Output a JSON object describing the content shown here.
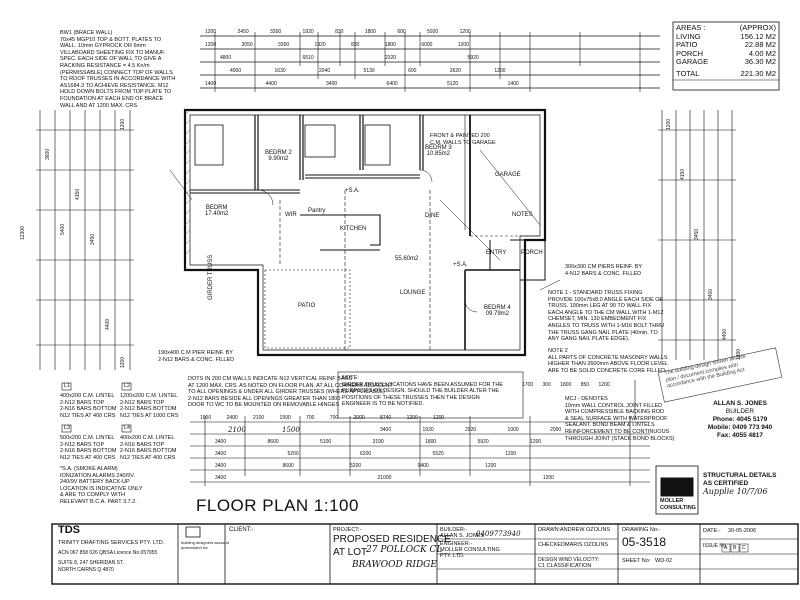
{
  "bw1_note": "BW1 (BRACE WALL)\n70x45 MGP10 TOP & BOTT. PLATES TO\nWALL. 10mm GYPROCK OR 6mm\nVILLABOARD SHEETING FIX TO MANUF.\nSPEC. EACH SIDE OF WALL TO GIVE A\nRACKING RESISTANCE = 4.5 Kn/m\n(PERMISSABLE) CONNECT TOP OF WALLS\nTO ROOF TRUSSES IN ACCORDANCE WITH\nAS1684.3 TO ACHIEVE RESISTANCE. M12\nHOLD DOWN BOLTS FROM TOP PLATE TO\nFOUNDATION AT EACH END OF BRACE\nWALL AND AT 1200 MAX. CRS.",
  "areas": {
    "header_left": "AREAS :",
    "header_right": "(APPROX)",
    "rows": [
      {
        "label": "LIVING",
        "value": "156.12 M2"
      },
      {
        "label": "PATIO",
        "value": "22.88 M2"
      },
      {
        "label": "PORCH",
        "value": "4.00 M2"
      },
      {
        "label": "GARAGE",
        "value": "36.30 M2"
      },
      {
        "label": "TOTAL",
        "value": "221.30 M2"
      }
    ]
  },
  "top_dims": {
    "row1": [
      "1200",
      "2450",
      "3300",
      "1920",
      "830",
      "1800",
      "600",
      "5920",
      "1200"
    ],
    "row2": [
      "1200",
      "3050",
      "3300",
      "1920",
      "830",
      "1800",
      "6000",
      "1200"
    ],
    "row3": [
      "4800",
      "6510",
      "2320",
      "5920"
    ],
    "row4": [
      "4000",
      "1630",
      "2040",
      "5130",
      "600",
      "3620",
      "1200"
    ],
    "row5": [
      "1400",
      "4400",
      "3400",
      "6400",
      "5120",
      "1400"
    ]
  },
  "plan": {
    "rooms": {
      "bedrm2": "BEDRM 2",
      "bedrm2_area": "9.90m2",
      "bedrm3": "BEDRM 3",
      "bedrm3_area": "10.85m2",
      "bedrm": "BEDRM",
      "bedrm_area": "17.40m2",
      "garage": "GARAGE",
      "kitchen": "KITCHEN",
      "dine": "DINE",
      "lounge": "LOUNGE",
      "lounge_area": "55.60m2",
      "patio": "PATIO",
      "entry": "ENTRY",
      "porch": "PORCH",
      "bedrm4": "BEDRM 4",
      "bedrm4_area": "09.79m2",
      "notes_ref": "NOTES",
      "wir": "WIR",
      "pantry": "Pantry"
    },
    "painted_walls": "FRONT & PAINTED 200\nC.M. WALLS TO GARAGE",
    "pier_note": "190x400 C.M PIER REINF. BY\n2-N12 BARS & CONC. FILLED",
    "pier_note2": "300x300 CM PIERS REINF. BY\n4-N12 BARS & CONC. FILLED",
    "sa_label": "+S.A.",
    "girder": "GIRDER TRUSS"
  },
  "notes_right": {
    "note1": "NOTE 1 - STANDARD TRUSS FIXING\nPROVIDE 100x75x8.0 ANGLE EACH SIDE OF\nTRUSS. 100mm LEG AT 90 TO WALL FIX\nEACH ANGLE TO THE CM WALL WITH 1-M12\nCHEMSET, MIN. 130 EMBEDMENT FIX\nANGLES TO TRUSS WITH 1-M16 BOLT THRU\nTHE TRUSS GANG NAIL PLATE (40min. TO\nANY GANG NAIL PLATE EDGE).",
    "note2": "NOTE 2\nALL PARTS OF CONCRETE MASONRY WALLS\nHIGHER THAN 2600mm ABOVE FLOOR LEVEL\nARE TO BE SOLID CONCRETE CORE FILLED",
    "mcj": "MCJ - DENOTES\n10mm WALL CONTROL JOINT FILLED\nWITH COMPRESSIBLE BACKING ROD\n& SEAL SURFACE WITH WATERPROOF\nSEALANT. BOND BEAM & LINTELS\nREINFORCEMENT TO BE CONTINUOUS\nTHROUGH JOINT (STACK BOND BLOCKS)"
  },
  "builder_block": {
    "name": "ALLAN S. JONES",
    "role": "BUILDER",
    "phone": "Phone: 4045 5179",
    "mobile": "Mobile: 0409 773 940",
    "fax": "Fax: 4055 4817"
  },
  "stamp_text": "The building design shown on this\nplan / document complies with\naccordance with the Building Act",
  "lintels": [
    {
      "id": "L1",
      "text": "400x200 C.M. LINTEL\n2-N12 BARS TOP\n2-N16 BARS BOTTOM\nN12 TIES AT 400 CRS"
    },
    {
      "id": "L2",
      "text": "1200x200 C.M. LINTEL\n2-N12 BARS TOP\n2-N12 BARS BOTTOM\nN12 TIES AT 1000 CRS"
    },
    {
      "id": "L3",
      "text": "500x200 C.M. LINTEL\n2-N12 BARS TOP\n2-N16 BARS BOTTOM\nN12 TIES AT 400 CRS"
    },
    {
      "id": "L4",
      "text": "400x200 C.M. LINTEL\n2-N16 BARS TOP\n2-N16 BARS BOTTOM\nN12 TIES AT 400 CRS"
    }
  ],
  "dots_note": "DOTS IN 200 CM WALLS INDICATE N12 VERTICAL REINF BARS\nAT 1200 MAX. CRS. AS NOTED ON FLOOR PLAN. AT ALL CORNERS ADJACENT\nTO ALL OPENINGS & UNDER ALL GIRDER TRUSSES (WHERE APPLICABLE)\n2-N12 BARS BESIDE ALL OPENINGS GREATER THAN 1800\nDOOR TO WC TO BE MOUNTED ON REMOVABLE HINGES",
  "girder_note": "NOTE:\nGIRDER TRUSS LOCATIONS HAVE BEEN ASSUMED FOR THE\nPURPOSES OF DESIGN. SHOULD THE BUILDER ALTER THE\nPOSITIONS OF THESE TRUSSES THEN THE DESIGN\nENGINEER IS TO BE NOTIFIED.",
  "smoke_note": "*S.A. (SMOKE ALARM)\nIONIZATION ALARMS 240/9V.\n240/9V BATTERY BACK-UP\nLOCATION IS INDICATIVE ONLY\n& ARE TO COMPLY WITH\nRELEVANT B.C.A. PART 3.7.2.",
  "bottom_dims": {
    "row1": [
      "1000",
      "2400",
      "2100",
      "1500",
      "700",
      "700",
      "2000",
      "8740",
      "1200",
      "1200"
    ],
    "row2": [
      "3400",
      "1920",
      "2920",
      "1000",
      "2000"
    ],
    "row3": [
      "3400",
      "8600",
      "5100",
      "3190",
      "1800",
      "5920",
      "1200"
    ],
    "row4": [
      "3400",
      "5200",
      "6200",
      "5520",
      "1200"
    ],
    "row5": [
      "3400",
      "8600",
      "5200",
      "9400",
      "1200"
    ],
    "row6": [
      "3400",
      "21000",
      "1200"
    ],
    "side_right": [
      "1700",
      "300",
      "1800",
      "850",
      "1200"
    ]
  },
  "handwritten": {
    "a": "2100",
    "b": "1500"
  },
  "left_dims": [
    "1200",
    "3600",
    "5400",
    "4150",
    "3450",
    "4400",
    "1200",
    "12300"
  ],
  "right_dims": [
    "1200",
    "4150",
    "3450",
    "3400",
    "4400",
    "1200"
  ],
  "title": "FLOOR PLAN 1:100",
  "title_block": {
    "company_abbr": "TDS",
    "company_name": "TRINITY DRAFTING SERVICES PTY. LTD.",
    "acn": "ACN 067 858 026 QBSA Licence No.057955",
    "address1": "SUITE 8, 247 SHERIDAN ST.",
    "address2": "NORTH CAIRNS Q 4870",
    "designer_note": "building designers assoc of\nqueensland inc",
    "client_label": "CLIENT:-",
    "project_label": "PROJECT:-",
    "project_value": "PROPOSED RESIDENCE",
    "lot_label": "AT LOT",
    "lot_hand": "27 POLLOCK CL",
    "suburb_hand": "BRAWOOD RIDGE",
    "builder_label": "BUILDER:-",
    "builder_value": "ALLAN S. JONES",
    "builder_phone_hand": "0409773940",
    "engineer_label": "ENGINEER:-",
    "engineer_value": "MOLLER CONSULTING\nPTY. LTD.",
    "drawn_label": "DRAWN:-",
    "drawn_value": "ANDREW OZOLINS",
    "checked_label": "CHECKED:-",
    "checked_value": "MARIS OZOLINS",
    "wind_label": "DESIGN WIND VELOCITY:",
    "wind_value": "C1 CLASSIFICATION",
    "drawing_no_label": "DRAWING No:-",
    "drawing_no": "05-3518",
    "sheet_label": "SHEET No:",
    "sheet_value": "WD-02",
    "date_label": "DATE:-",
    "date_value": "30-05-2006",
    "issue_label": "ISSUE No",
    "issues": [
      "A",
      "B",
      "C"
    ]
  },
  "struct_details": {
    "line1": "STRUCTURAL DETAILS",
    "line2": "AS CERTIFIED",
    "sig": "Aupplie 10/7/06",
    "moller": "MOLLER\nCONSULTING"
  },
  "colors": {
    "ink": "#111111",
    "paper": "#ffffff",
    "hatch": "#555555"
  }
}
